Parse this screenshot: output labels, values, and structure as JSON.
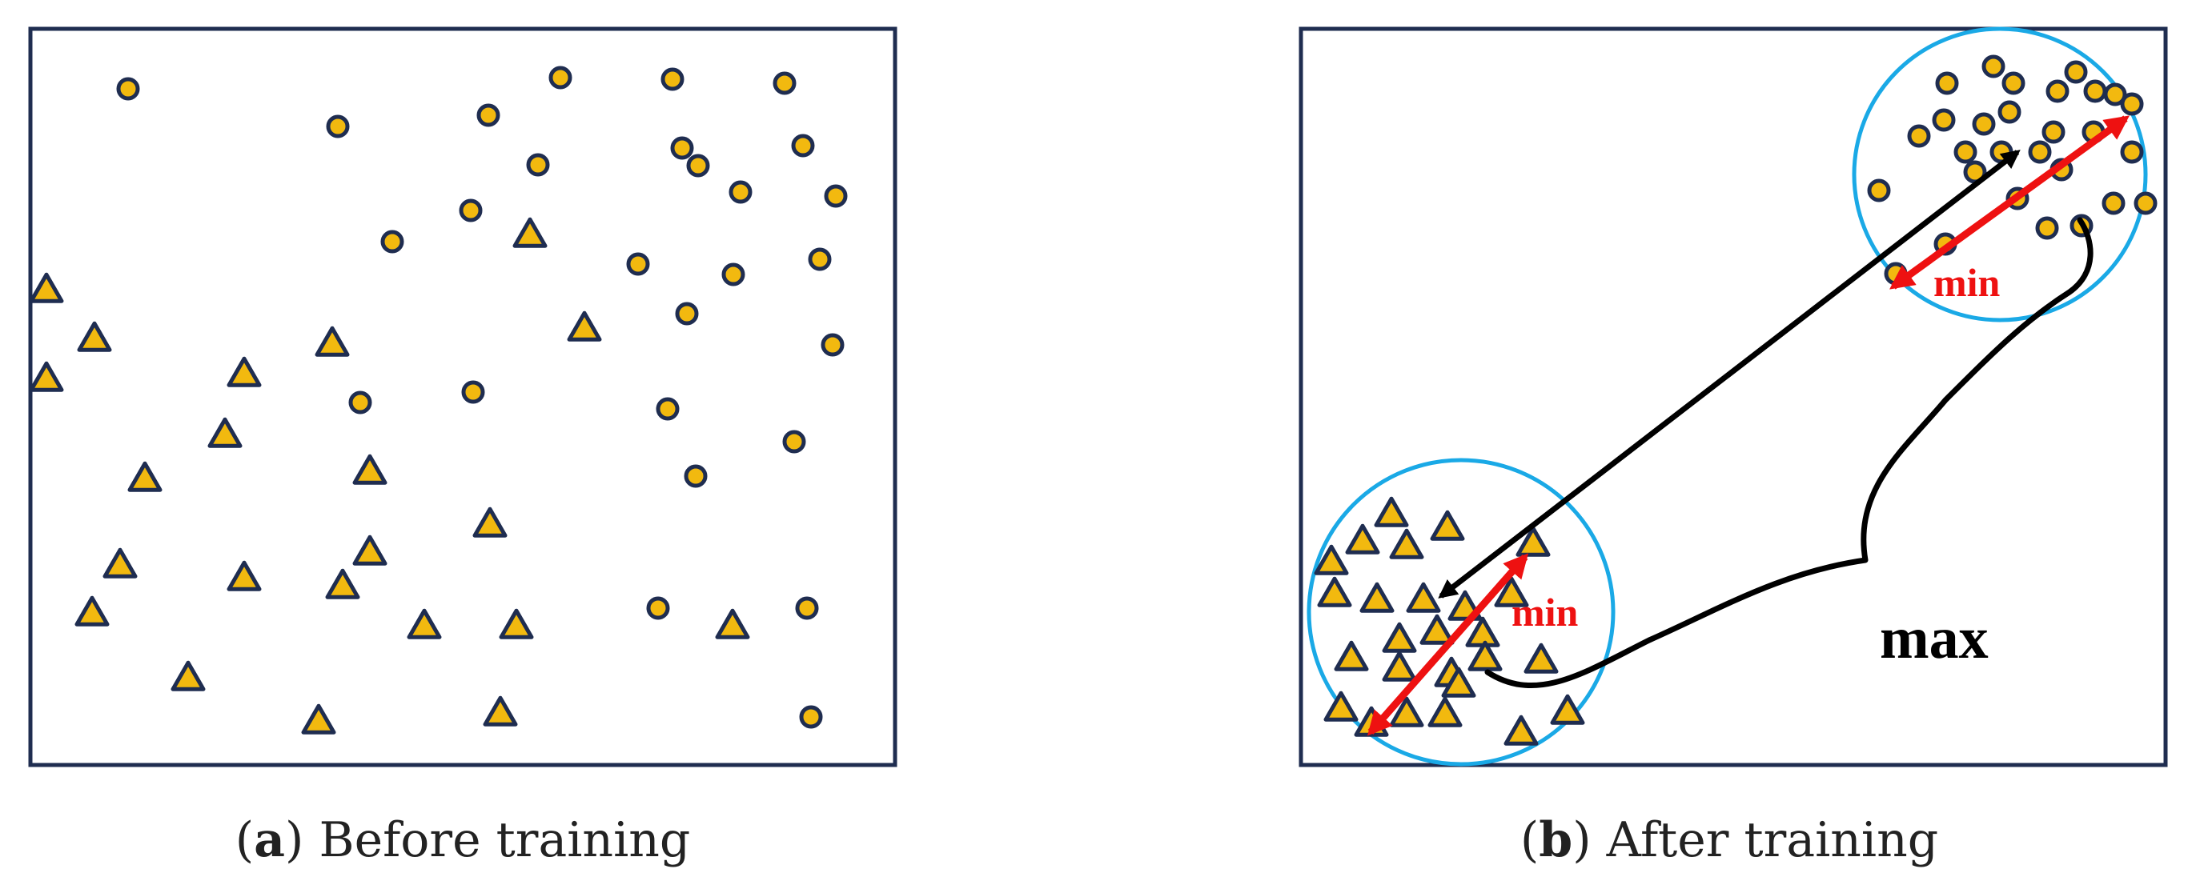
{
  "colors": {
    "marker_fill": "#f2b90f",
    "marker_stroke": "#1f2d50",
    "panel_border": "#1f2d50",
    "cluster_circle": "#1aa9e6",
    "min_arrow": "#ee1111",
    "max_arrow": "#000000"
  },
  "panels": [
    {
      "id": "a",
      "caption_letter": "a",
      "caption_text": "Before training"
    },
    {
      "id": "b",
      "caption_letter": "b",
      "caption_text": "After training",
      "min_label": "min",
      "max_label": "max"
    }
  ]
}
